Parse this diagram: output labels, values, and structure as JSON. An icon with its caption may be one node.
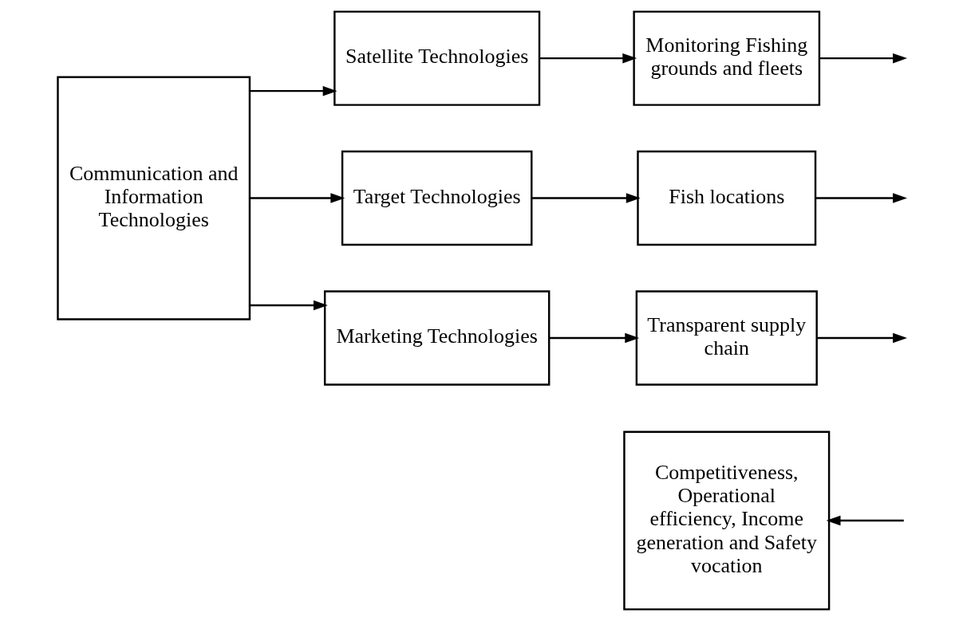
{
  "diagram": {
    "nodes": [
      {
        "text": [
          "Communication and Information Technologies"
        ]
      },
      {
        "text": [
          "Satellite Technologies"
        ]
      },
      {
        "text": [
          "Target Technologies"
        ]
      },
      {
        "text": [
          "Marketing Technologies"
        ]
      },
      {
        "text": [
          "Monitoring Fishing grounds and fleets"
        ]
      },
      {
        "text": [
          "Fish locations"
        ]
      },
      {
        "text": [
          "Transparent supply chain"
        ]
      },
      {
        "text": [
          "Competitiveness, Operational efficiency, Income generation and Safety vocation"
        ]
      }
    ],
    "edges": [
      {
        "from": 0,
        "to": 1,
        "arrow": "to"
      },
      {
        "from": 0,
        "to": 2,
        "arrow": "to"
      },
      {
        "from": 0,
        "to": 3,
        "arrow": "to"
      },
      {
        "from": 1,
        "to": 4,
        "arrow": "to"
      },
      {
        "from": 2,
        "to": 5,
        "arrow": "to"
      },
      {
        "from": 3,
        "to": 6,
        "arrow": "to"
      },
      {
        "from": 4,
        "to": null,
        "arrow": "to"
      },
      {
        "from": 5,
        "to": null,
        "arrow": "to"
      },
      {
        "from": 6,
        "to": null,
        "arrow": "to"
      },
      {
        "from": null,
        "to": 7,
        "arrow": "to"
      }
    ]
  }
}
